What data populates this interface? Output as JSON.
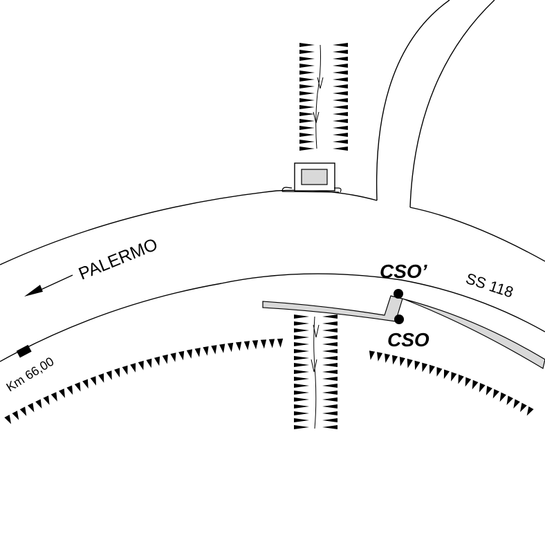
{
  "labels": {
    "direction": "PALERMO",
    "road": "SS 118",
    "kilometer": "Km 66,00",
    "point_upper": "CSO’",
    "point_lower": "CSO"
  },
  "colors": {
    "ink": "#000000",
    "background": "#ffffff",
    "pipe_fill": "#d9d9d9",
    "building_fill": "#d9d9d9"
  },
  "icons": {
    "direction_arrow": "arrow-left-icon",
    "kilometer_marker": "milestone-icon",
    "point_marker": "dot-icon"
  }
}
